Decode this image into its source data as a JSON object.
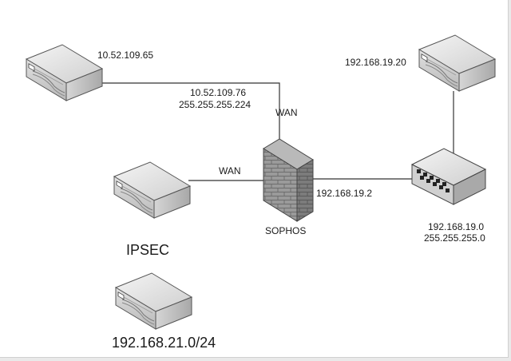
{
  "labels": {
    "remote_ip": "10.52.109.65",
    "wan_ip": "10.52.109.76",
    "wan_mask": "255.255.255.224",
    "wan_top": "WAN",
    "wan_left": "WAN",
    "firewall_name": "SOPHOS",
    "lan_gateway": "192.168.19.2",
    "server_ip": "192.168.19.20",
    "lan_network": "192.168.19.0",
    "lan_mask": "255.255.255.0",
    "ipsec": "IPSEC",
    "ipsec_network": "192.168.21.0/24"
  },
  "icons": {
    "server": "server-icon",
    "firewall": "firewall-brick-icon",
    "switch": "network-switch-icon"
  }
}
